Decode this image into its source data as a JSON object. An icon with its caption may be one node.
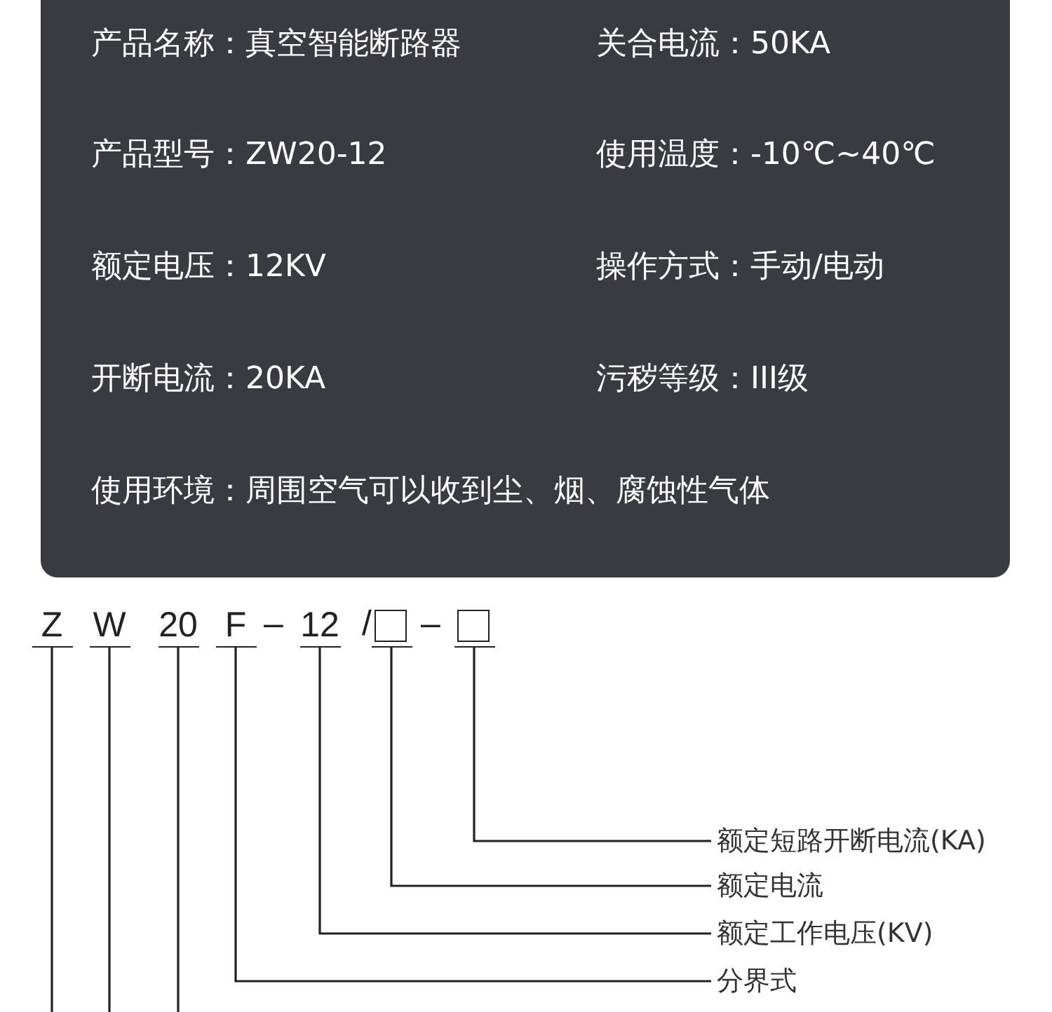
{
  "diagram": {
    "nodes": [
      {
        "text": [
          "产品名称：真空智能断路器",
          "关合电流：50KA",
          "产品型号：ZW20-12",
          "使用温度：-10℃~40℃",
          "额定电压：12KV",
          "操作方式：手动/电动",
          "开断电流：20KA",
          "污秽等级：III级",
          "使用环境：周围空气可以收到尘、烟、腐蚀性气体"
        ]
      },
      {
        "text": [
          "Z"
        ]
      },
      {
        "text": [
          "W"
        ]
      },
      {
        "text": [
          "20"
        ]
      },
      {
        "text": [
          "F"
        ]
      },
      {
        "text": [
          "12"
        ]
      },
      {
        "text": [],
        "shape": "box"
      },
      {
        "text": [],
        "shape": "box"
      },
      {
        "text": [
          "额定短路开断电流(KA)"
        ]
      },
      {
        "text": [
          "额定电流"
        ]
      },
      {
        "text": [
          "额定工作电压(KV)"
        ]
      },
      {
        "text": [
          "分界式"
        ]
      }
    ],
    "edges": [
      {
        "from": 7,
        "to": 8,
        "arrow": "none"
      },
      {
        "from": 6,
        "to": 9,
        "arrow": "none"
      },
      {
        "from": 5,
        "to": 10,
        "arrow": "none"
      },
      {
        "from": 4,
        "to": 11,
        "arrow": "none"
      },
      {
        "from": 1,
        "to": null,
        "arrow": "none"
      },
      {
        "from": 2,
        "to": null,
        "arrow": "none"
      },
      {
        "from": 3,
        "to": null,
        "arrow": "none"
      }
    ],
    "labels": [
      "–",
      "/",
      "–"
    ]
  }
}
